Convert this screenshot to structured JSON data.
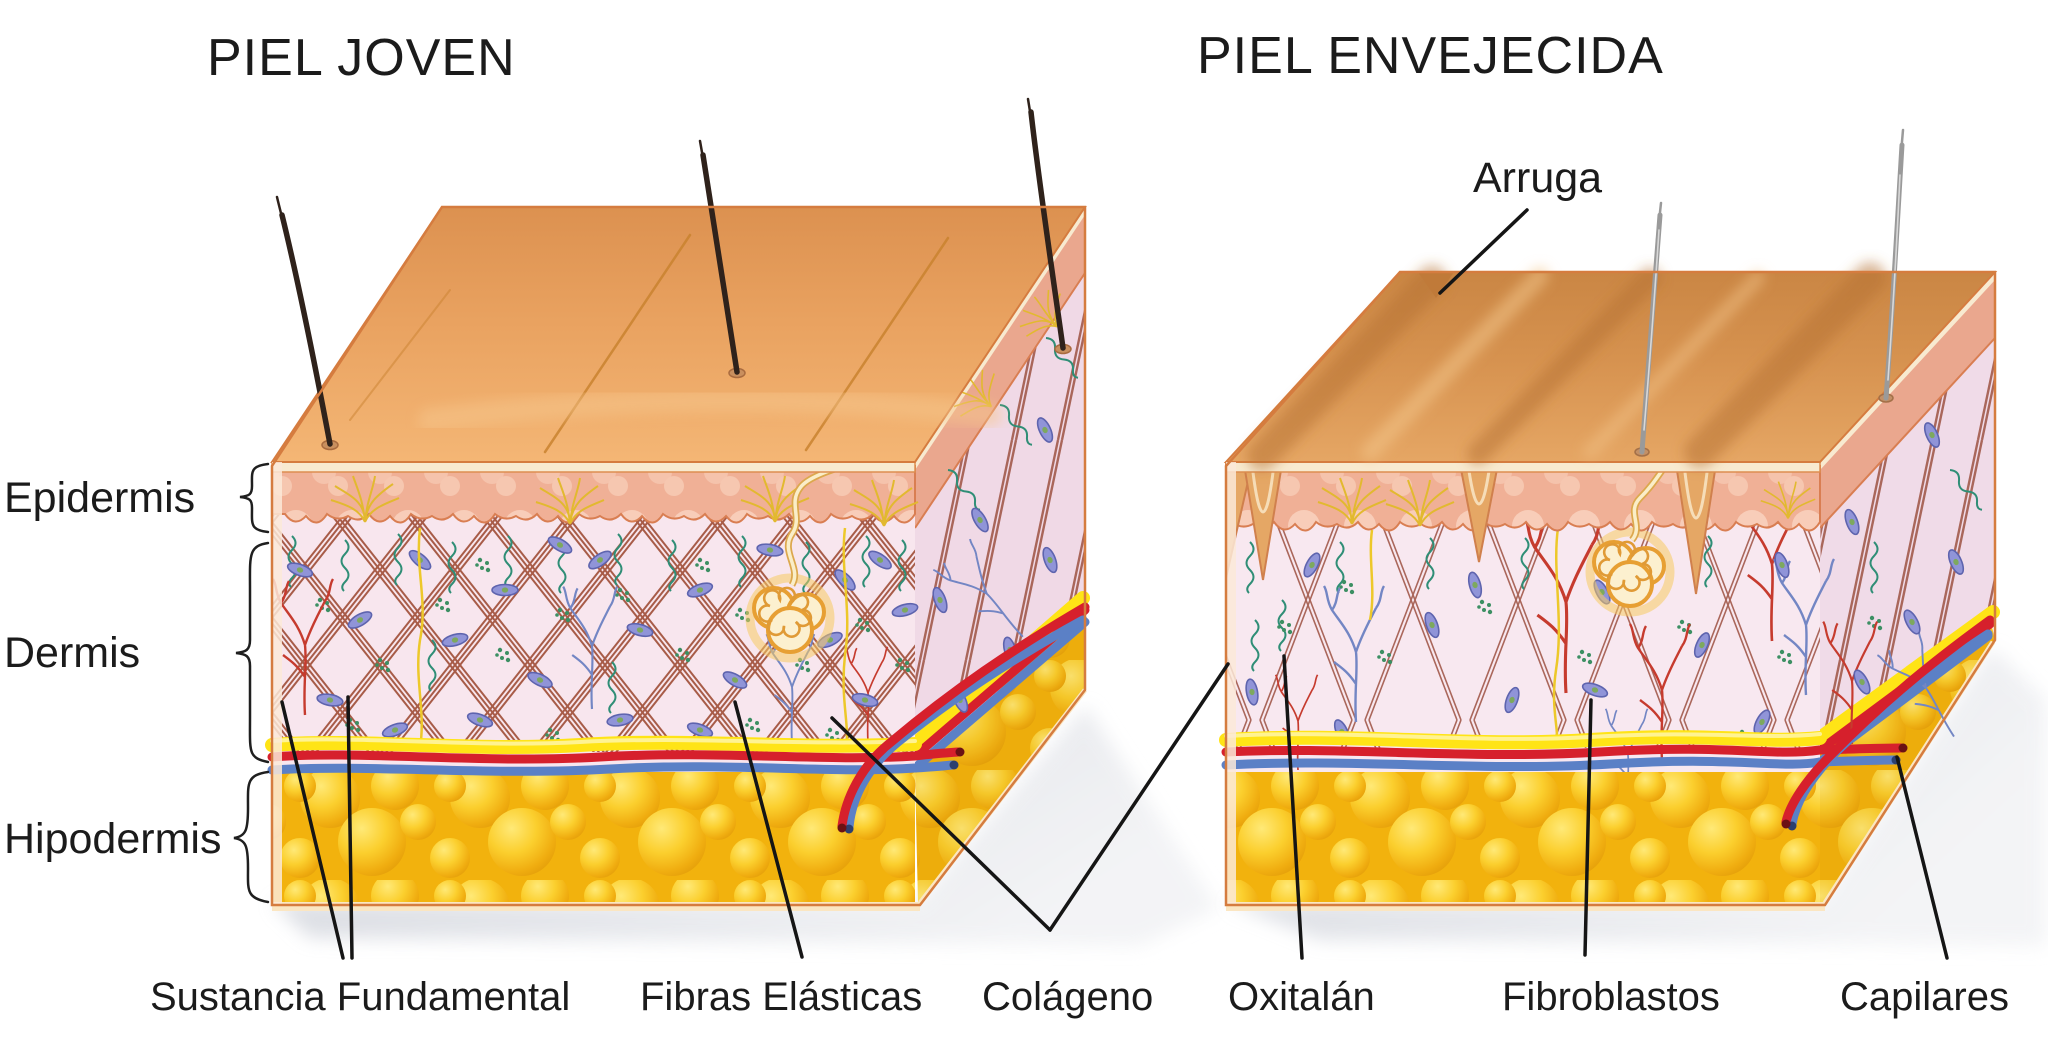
{
  "header": {
    "left_title": "PIEL JOVEN",
    "right_title": "PIEL ENVEJECIDA"
  },
  "layer_labels": {
    "epidermis": "Epidermis",
    "dermis": "Dermis",
    "hipodermis": "Hipodermis"
  },
  "callouts": {
    "arruga": "Arruga",
    "sustancia_fundamental": "Sustancia Fundamental",
    "fibras_elasticas": "Fibras Elásticas",
    "colageno": "Colágeno",
    "oxitalan": "Oxitalán",
    "fibroblastos": "Fibroblastos",
    "capilares": "Capilares"
  },
  "colors": {
    "label_text": "#1b1b1b",
    "fibroblastos_label": "#c01717",
    "leader_line": "#151515",
    "skin_top_young": "#eeab66",
    "skin_top_aged": "#d9924d",
    "epidermis": "#f0b096",
    "dermis": "#f8e6ee",
    "collagen_fiber": "#a3543f",
    "fibroblast_cell": "#9094d8",
    "oxitalan_fiber": "#2f8e76",
    "nerve_yellow": "#ffe416",
    "vessel_red": "#d6202c",
    "vessel_blue": "#5b80c6",
    "fat_yellow": "#f6c115"
  }
}
